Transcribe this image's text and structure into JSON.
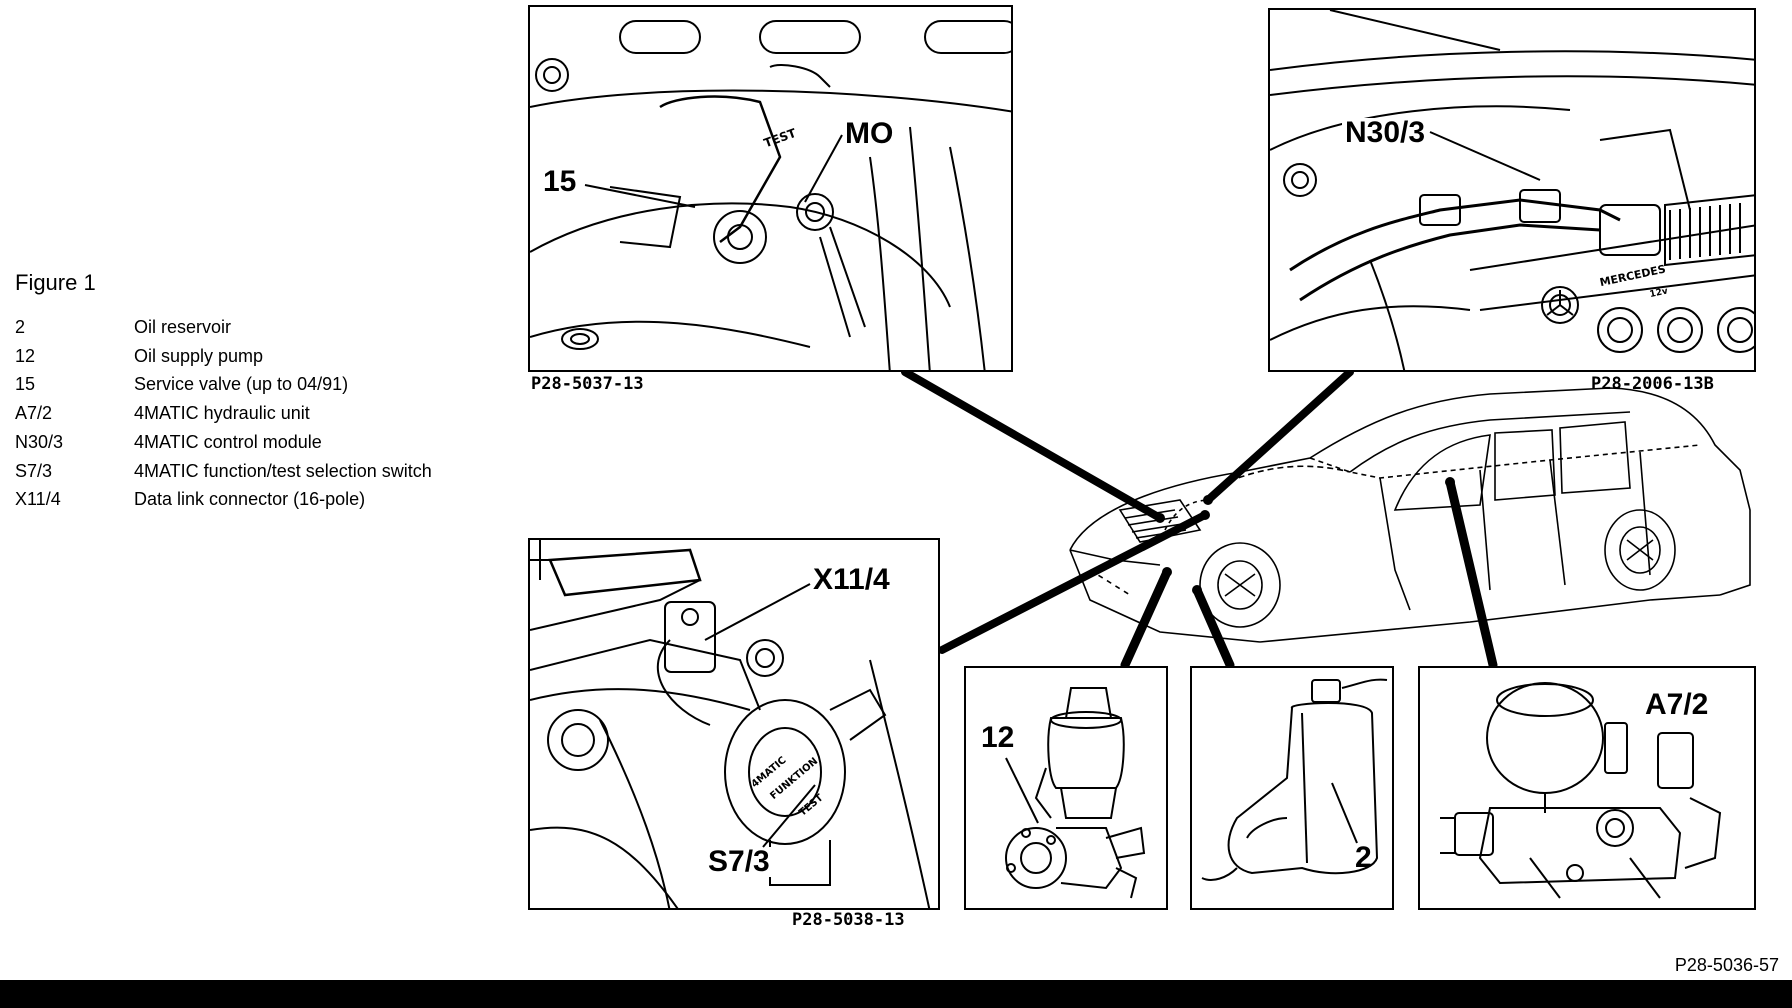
{
  "figure": {
    "title": "Figure 1"
  },
  "legend": [
    {
      "code": "2",
      "description": "Oil reservoir"
    },
    {
      "code": "12",
      "description": "Oil supply pump"
    },
    {
      "code": "15",
      "description": "Service valve (up to 04/91)"
    },
    {
      "code": "A7/2",
      "description": "4MATIC hydraulic unit"
    },
    {
      "code": "N30/3",
      "description": "4MATIC control module"
    },
    {
      "code": "S7/3",
      "description": "4MATIC function/test selection switch"
    },
    {
      "code": "X11/4",
      "description": "Data link connector (16-pole)"
    }
  ],
  "panels": {
    "service_valve": {
      "callouts": [
        "15",
        "MO"
      ],
      "photo_code": "P28-5037-13",
      "stamped_text": "TEST"
    },
    "control_module": {
      "callouts": [
        "N30/3"
      ],
      "photo_code": "P28-2006-13B",
      "stamped_text": [
        "MERCEDES",
        "12v"
      ]
    },
    "connector": {
      "callouts": [
        "X11/4",
        "S7/3"
      ],
      "photo_code": "P28-5038-13",
      "stamped_text": [
        "4MATIC",
        "FUNKTION",
        "TEST"
      ]
    },
    "pump": {
      "callouts": [
        "12"
      ]
    },
    "reservoir": {
      "callouts": [
        "2"
      ]
    },
    "hydraulic_unit": {
      "callouts": [
        "A7/2"
      ]
    }
  },
  "reference_code": "P28-5036-57"
}
